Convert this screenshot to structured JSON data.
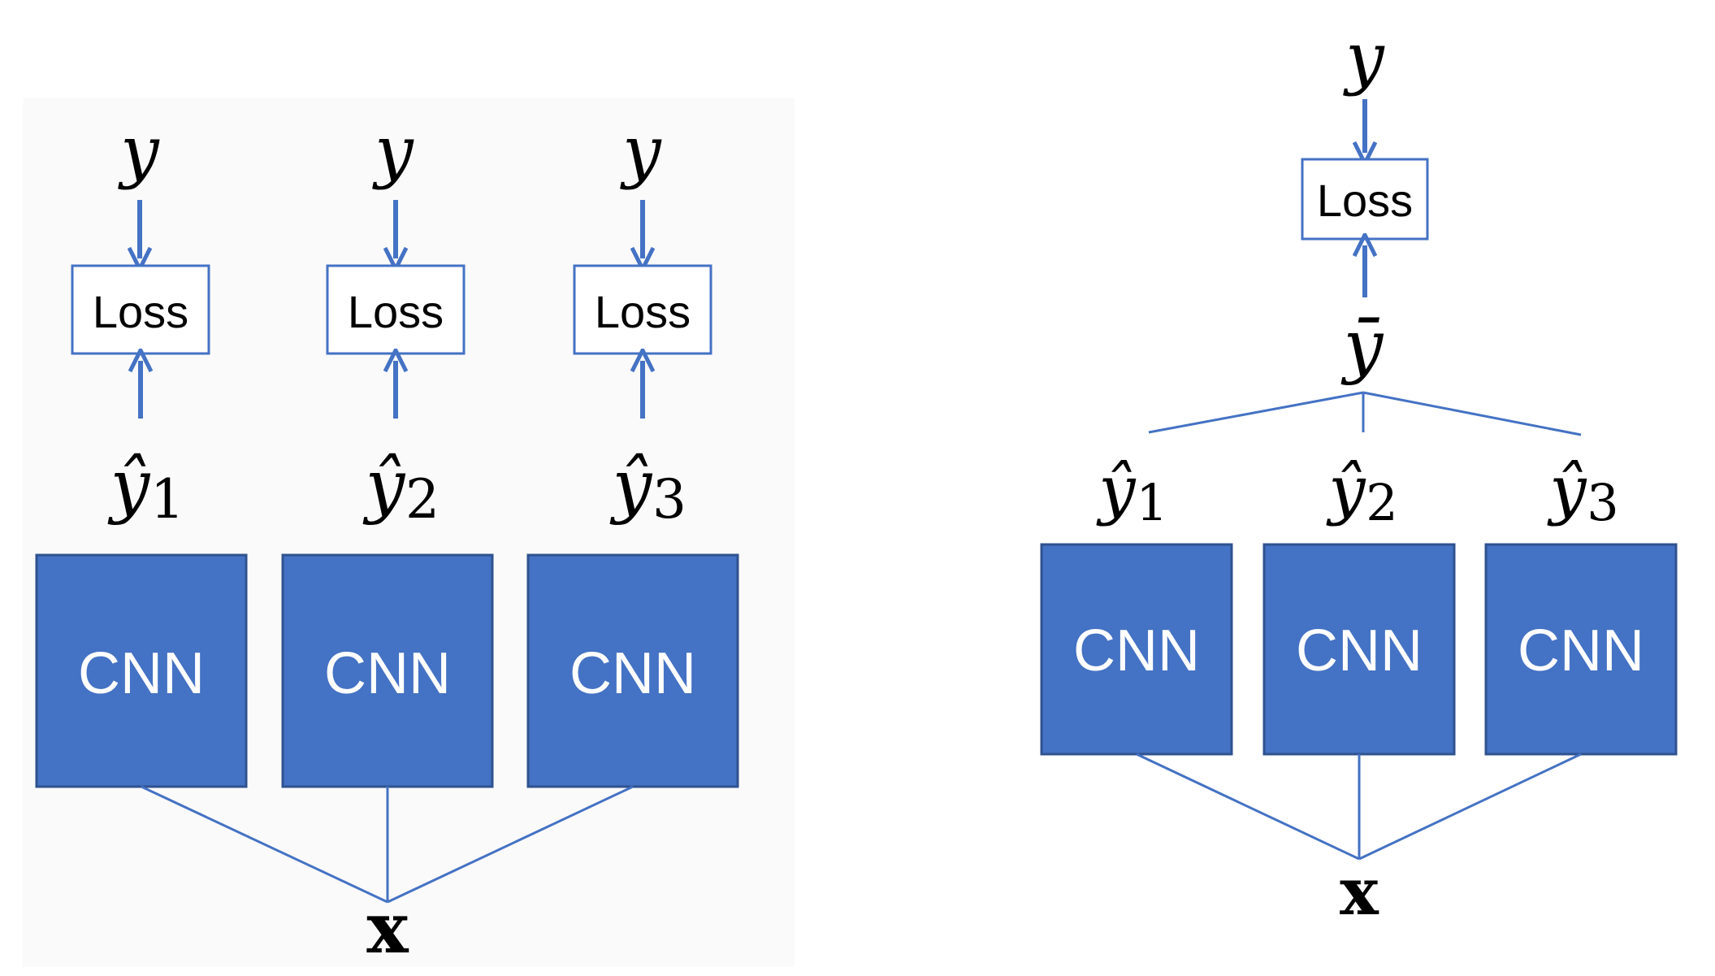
{
  "colors": {
    "accent": "#4472c4",
    "accent_dark": "#2f528f",
    "background": "#fafafa"
  },
  "left": {
    "targets": [
      "y",
      "y",
      "y"
    ],
    "loss_labels": [
      "Loss",
      "Loss",
      "Loss"
    ],
    "predictions": [
      {
        "symbol": "ŷ",
        "sub": "1"
      },
      {
        "symbol": "ŷ",
        "sub": "2"
      },
      {
        "symbol": "ŷ",
        "sub": "3"
      }
    ],
    "model_labels": [
      "CNN",
      "CNN",
      "CNN"
    ],
    "input": "x"
  },
  "right": {
    "target": "y",
    "loss_label": "Loss",
    "average": "ȳ",
    "predictions": [
      {
        "symbol": "ŷ",
        "sub": "1"
      },
      {
        "symbol": "ŷ",
        "sub": "2"
      },
      {
        "symbol": "ŷ",
        "sub": "3"
      }
    ],
    "model_labels": [
      "CNN",
      "CNN",
      "CNN"
    ],
    "input": "x"
  }
}
